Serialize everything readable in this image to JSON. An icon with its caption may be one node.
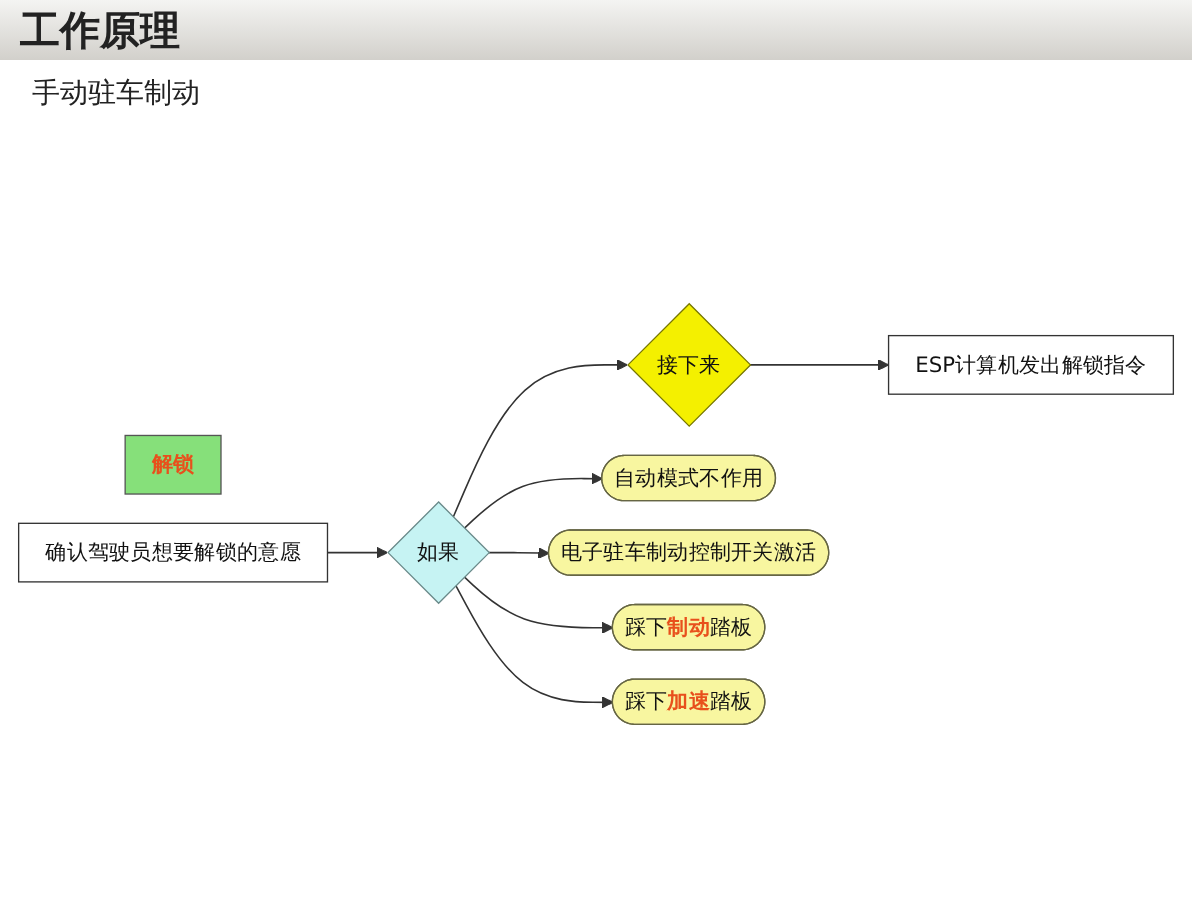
{
  "diagram": {
    "title": "工作原理",
    "nodes": [
      {
        "text": [
          "解锁"
        ]
      },
      {
        "text": [
          "确认驾驶员想要解锁的意愿"
        ]
      },
      {
        "text": [
          "如果"
        ]
      },
      {
        "text": [
          "接下来"
        ]
      },
      {
        "text": [
          "ESP计算机发出解锁指令"
        ]
      },
      {
        "text": [
          "自动模式不作用"
        ]
      },
      {
        "text": [
          "电子驻车制动控制开关激活"
        ]
      },
      {
        "text": [
          "踩下**制动**踏板"
        ]
      },
      {
        "text": [
          "踩下**加速**踏板"
        ]
      }
    ],
    "edges": [
      {
        "from": 1,
        "to": 2,
        "arrow": "to"
      },
      {
        "from": 2,
        "to": 3,
        "arrow": "to"
      },
      {
        "from": 3,
        "to": 4,
        "arrow": "to"
      },
      {
        "from": 2,
        "to": 5,
        "arrow": "to"
      },
      {
        "from": 2,
        "to": 6,
        "arrow": "to"
      },
      {
        "from": 2,
        "to": 7,
        "arrow": "to"
      },
      {
        "from": 2,
        "to": 8,
        "arrow": "to"
      }
    ],
    "labels": [
      "手动驻车制动"
    ]
  }
}
